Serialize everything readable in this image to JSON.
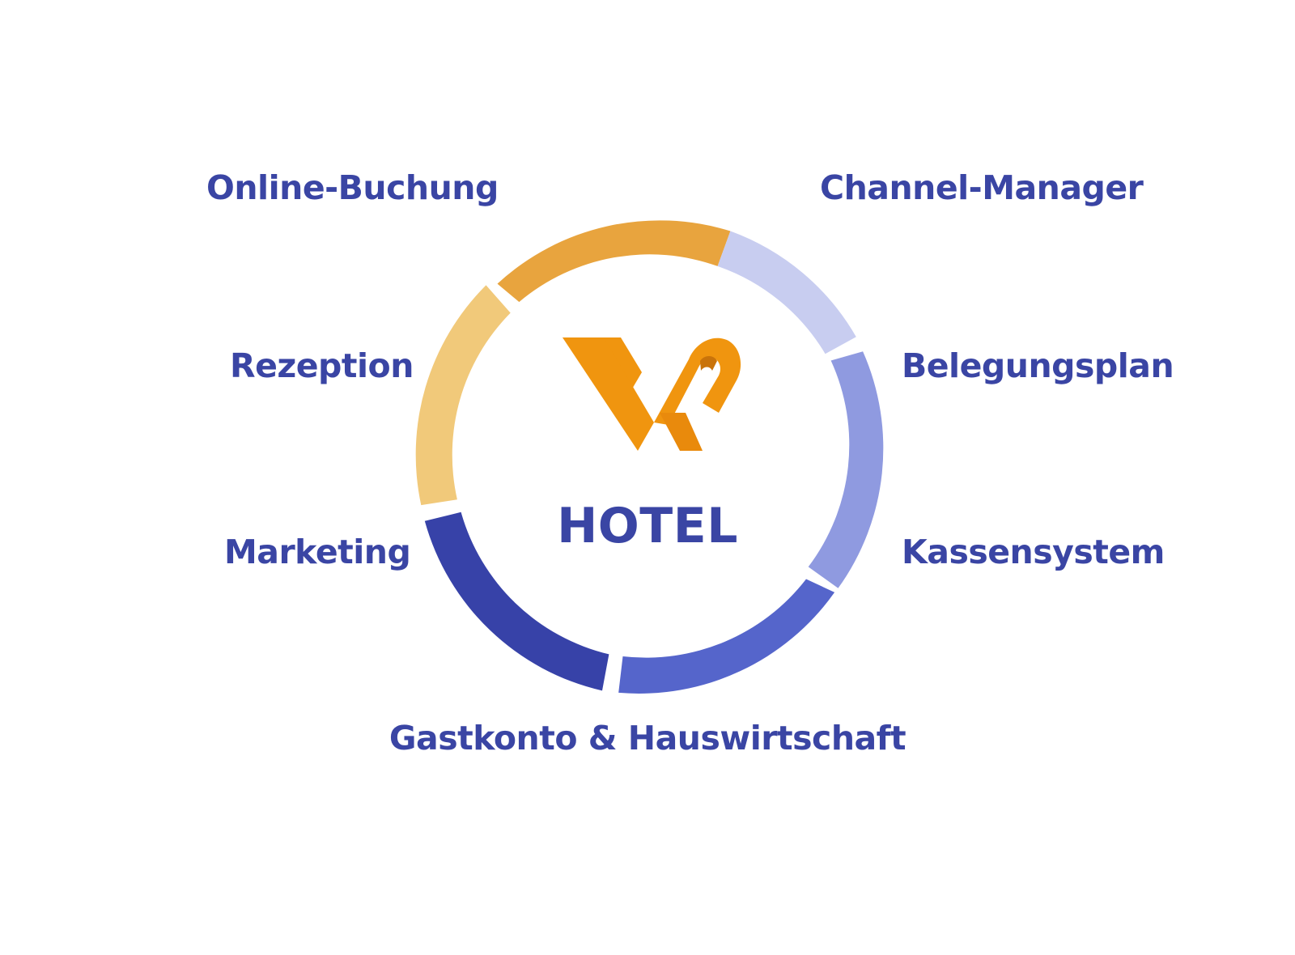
{
  "hub": {
    "title": "HOTEL",
    "logo_icon": "vr-logo-icon"
  },
  "modules": [
    {
      "key": "online-buchung",
      "label": "Online-Buchung",
      "color": "#e8a43e"
    },
    {
      "key": "channel-manager",
      "label": "Channel-Manager",
      "color": "#c8cdf0"
    },
    {
      "key": "belegungsplan",
      "label": "Belegungsplan",
      "color": "#8f9ae0"
    },
    {
      "key": "kassensystem",
      "label": "Kassensystem",
      "color": "#8f9ae0"
    },
    {
      "key": "gastkonto-hauswirtschaft",
      "label": "Gastkonto & Hauswirtschaft",
      "color": "#5565cb"
    },
    {
      "key": "marketing",
      "label": "Marketing",
      "color": "#3742a8"
    },
    {
      "key": "rezeption",
      "label": "Rezeption",
      "color": "#f1c97a"
    }
  ],
  "colors": {
    "text": "#3a45a4",
    "logo_orange": "#f0950f",
    "logo_orange_dark": "#d27d0c"
  }
}
